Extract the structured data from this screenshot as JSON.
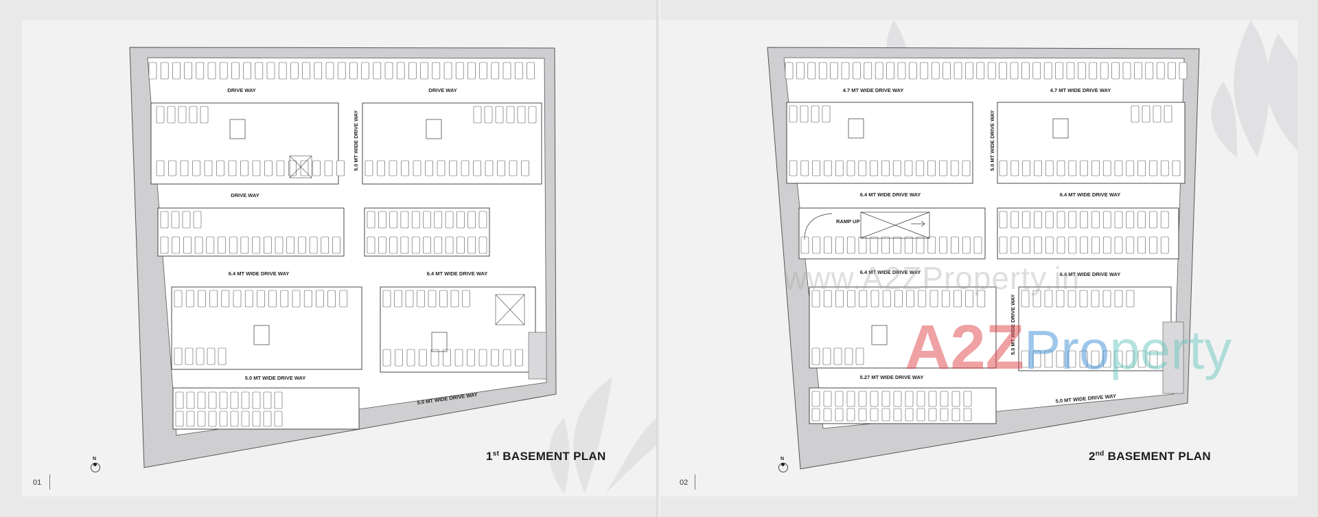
{
  "left_page": {
    "title_main": "1",
    "title_sup": "st",
    "title_rest": " BASEMENT PLAN",
    "page_number": "01",
    "north_label": "N",
    "labels": {
      "drive_way_top_1": "DRIVE WAY",
      "drive_way_top_2": "DRIVE WAY",
      "drive_way_mid": "DRIVE WAY",
      "vertical_drive": "5.0 MT WIDE DRIVE WAY",
      "wide_64_a": "6.4 MT WIDE DRIVE WAY",
      "wide_64_b": "6.4 MT WIDE DRIVE WAY",
      "wide_50_a": "5.0 MT WIDE DRIVE WAY",
      "wide_50_b": "5.0 MT WIDE DRIVE WAY"
    }
  },
  "right_page": {
    "title_main": "2",
    "title_sup": "nd",
    "title_rest": " BASEMENT PLAN",
    "page_number": "02",
    "north_label": "N",
    "labels": {
      "wide_47_a": "4.7 MT WIDE DRIVE WAY",
      "wide_47_b": "4.7 MT WIDE DRIVE WAY",
      "vertical_drive_a": "5.0 MT WIDE DRIVE WAY",
      "vertical_drive_b": "5.0 MT WIDE DRIVE WAY",
      "wide_64_a": "6.4 MT WIDE DRIVE WAY",
      "wide_64_b": "6.4 MT WIDE DRIVE WAY",
      "wide_64_c": "6.4 MT WIDE DRIVE WAY",
      "wide_64_d": "6.4 MT WIDE DRIVE WAY",
      "ramp_up": "RAMP UP",
      "wide_527": "5.27 MT WIDE DRIVE WAY",
      "wide_50": "5.0 MT WIDE DRIVE WAY"
    }
  },
  "watermark": {
    "url_text": "www.A2ZProperty.in",
    "brand_a": "A",
    "brand_2": "2",
    "brand_z": "Z",
    "brand_rest_1": "Pro",
    "brand_rest_2": "perty",
    "colors": {
      "red": "#e0454a",
      "green": "#5fbf5a",
      "blue": "#3f8fd6",
      "yellow": "#f0c340",
      "teal": "#6cc7c0"
    }
  },
  "colors": {
    "page_bg": "#f2f2f3",
    "plan_gray": "#c8c8ca",
    "plan_white": "#ffffff",
    "line": "#4a4a4a"
  }
}
